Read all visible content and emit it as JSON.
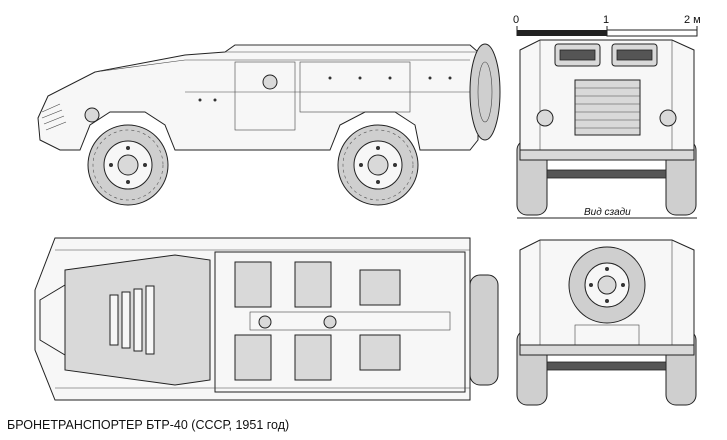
{
  "caption": "БРОНЕТРАНСПОРТЕР БТР-40 (СССР, 1951 год)",
  "scale": {
    "tick_0": "0",
    "tick_1": "1",
    "tick_2": "2 м"
  },
  "views": {
    "rear_label": "Вид сзади"
  }
}
